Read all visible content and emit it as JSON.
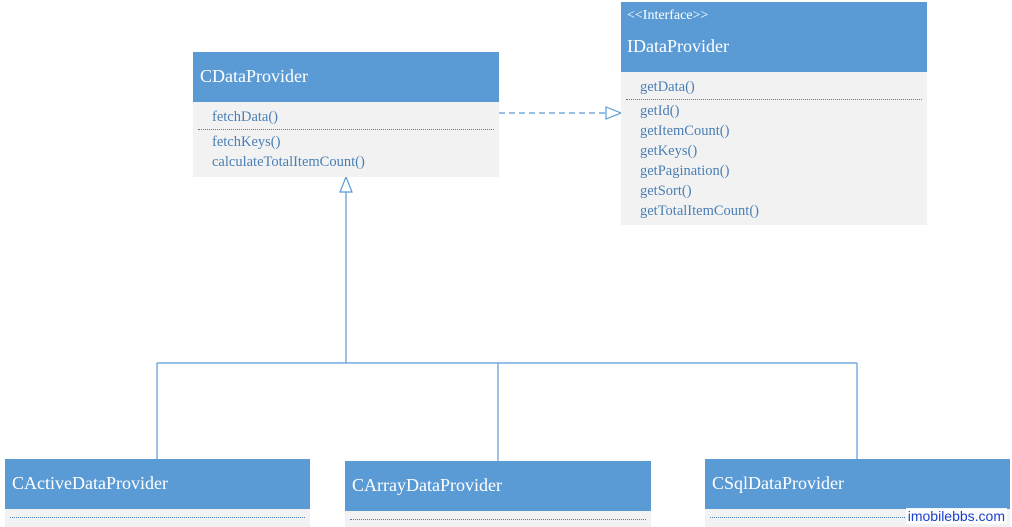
{
  "classes": {
    "cdataprovider": {
      "name": "CDataProvider",
      "operations": [
        "fetchData()",
        "fetchKeys()",
        "calculateTotalItemCount()"
      ]
    },
    "idataprovider": {
      "stereotype": "<<Interface>>",
      "name": "IDataProvider",
      "operations": [
        "getData()",
        "getId()",
        "getItemCount()",
        "getKeys()",
        "getPagination()",
        "getSort()",
        "getTotalItemCount()"
      ]
    },
    "cactive": {
      "name": "CActiveDataProvider"
    },
    "carray": {
      "name": "CArrayDataProvider"
    },
    "csql": {
      "name": "CSqlDataProvider"
    }
  },
  "colors": {
    "header": "#5b9bd5",
    "body": "#f2f2f2",
    "text_on_header": "#ffffff",
    "operation_text": "#4a7fb5",
    "connector": "#5b9bd5",
    "watermark": "#1a3fcc"
  },
  "watermark": "imobilebbs.com"
}
